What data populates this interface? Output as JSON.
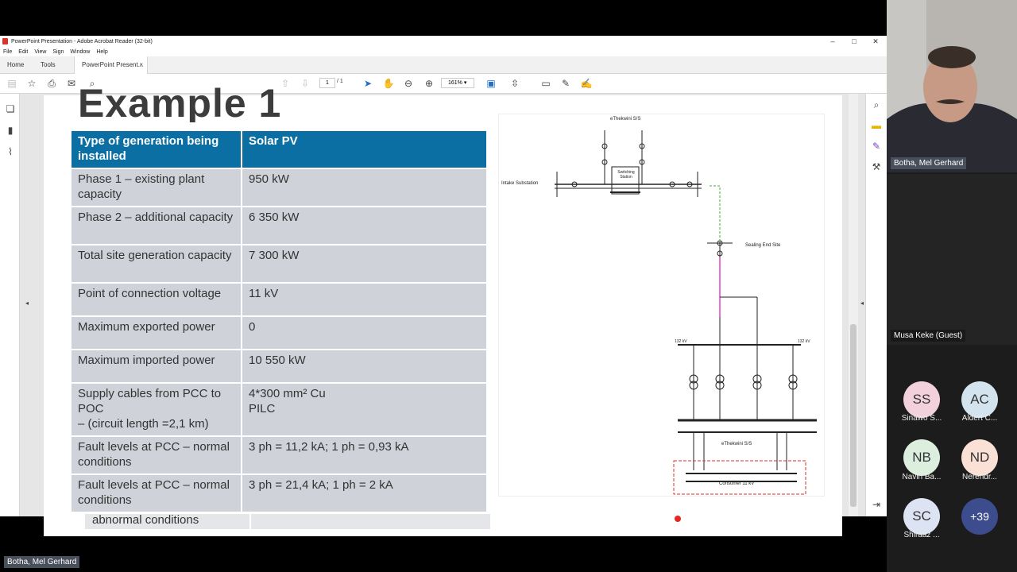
{
  "window": {
    "title": "PowerPoint Presentation - Adobe Acrobat Reader (32-bit)",
    "min": "–",
    "max": "□",
    "close": "✕"
  },
  "menu": [
    "File",
    "Edit",
    "View",
    "Sign",
    "Window",
    "Help"
  ],
  "tabs": {
    "home": "Home",
    "tools": "Tools",
    "doc": "PowerPoint Present...",
    "close": "×"
  },
  "toolbar": {
    "page_current": "1",
    "page_total": "/ 1",
    "zoom": "161%"
  },
  "slide": {
    "heading": "Example 1",
    "table": {
      "header": [
        "Type of generation being installed",
        "Solar PV"
      ],
      "rows": [
        [
          "Phase 1 – existing plant capacity",
          "950 kW"
        ],
        [
          "Phase 2 – additional capacity",
          "6 350 kW"
        ],
        [
          "Total site generation capacity",
          "7 300 kW"
        ],
        [
          "Point of connection voltage",
          "11 kV"
        ],
        [
          "Maximum exported power",
          "0"
        ],
        [
          "Maximum imported power",
          "10 550 kW"
        ],
        [
          "Supply cables from PCC to POC\n– (circuit length =2,1 km)",
          "4*300 mm² Cu\nPILC"
        ],
        [
          "Fault levels at PCC – normal conditions",
          "3 ph = 11,2 kA; 1 ph = 0,93 kA"
        ],
        [
          "Fault levels at PCC – normal conditions",
          "3 ph = 21,4 kA; 1 ph = 2 kA"
        ]
      ],
      "ghost_row": "abnormal conditions"
    },
    "diagram": {
      "top_label": "eThekwini S/S",
      "switching": "Switching Station",
      "intake": "Intake Substation",
      "sealing": "Sealing End Site",
      "bottom_sub": "eThekwini S/S",
      "consumer": "Consumer 11 kV",
      "busbar_left": "132 kV",
      "busbar_right": "132 kV",
      "colors": {
        "green": "#3cb43c",
        "magenta": "#e040c8",
        "red": "#d83030"
      }
    }
  },
  "meeting": {
    "speaker": "Botha, Mel Gerhard",
    "guest": "Musa Keke (Guest)",
    "participants": [
      {
        "initials": "SS",
        "name": "Sinawo S...",
        "color": "#f3d1dc"
      },
      {
        "initials": "AC",
        "name": "Aldert C...",
        "color": "#d3e4ef"
      },
      {
        "initials": "NB",
        "name": "Navin Ba...",
        "color": "#dceede"
      },
      {
        "initials": "ND",
        "name": "Nerendr...",
        "color": "#fbe0d6"
      },
      {
        "initials": "SC",
        "name": "Shiraaz ...",
        "color": "#dce4f4"
      }
    ],
    "more": "+39",
    "bottom_label": "Botha, Mel Gerhard"
  }
}
